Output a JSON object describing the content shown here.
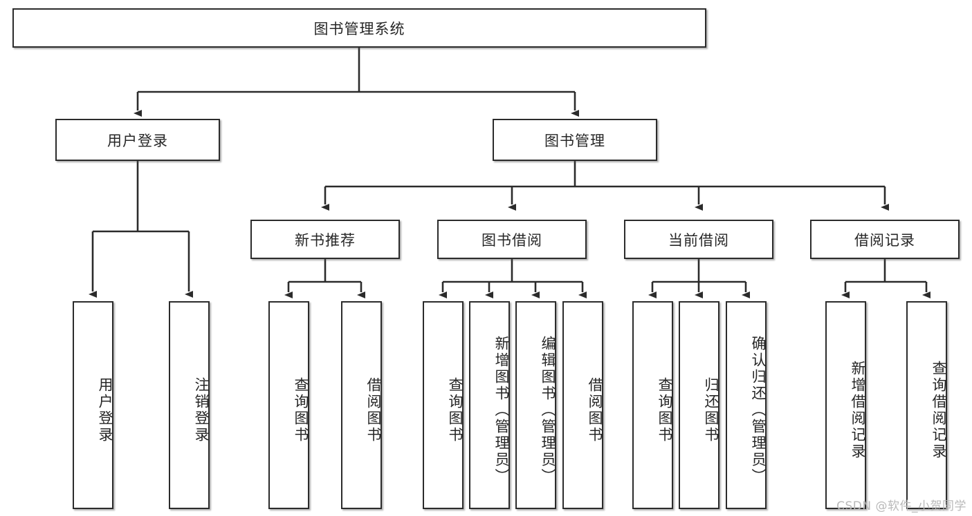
{
  "diagram": {
    "type": "tree-hierarchy",
    "title": "图书管理系统",
    "background_color": "#ffffff",
    "box_border_color": "#2b2b2b",
    "text_color": "#262626",
    "root": {
      "id": "root",
      "label": "图书管理系统"
    },
    "level2": [
      {
        "id": "user-login",
        "label": "用户登录"
      },
      {
        "id": "book-manage",
        "label": "图书管理"
      }
    ],
    "level3": [
      {
        "id": "new-book-rec",
        "label": "新书推荐",
        "parent": "book-manage"
      },
      {
        "id": "book-borrow",
        "label": "图书借阅",
        "parent": "book-manage"
      },
      {
        "id": "current-borrow",
        "label": "当前借阅",
        "parent": "book-manage"
      },
      {
        "id": "borrow-record",
        "label": "借阅记录",
        "parent": "book-manage"
      }
    ],
    "leaves": {
      "user-login": [
        {
          "id": "leaf-user-login",
          "label": "用户登录"
        },
        {
          "id": "leaf-logout",
          "label": "注销登录"
        }
      ],
      "new-book-rec": [
        {
          "id": "leaf-query-book-1",
          "label": "查询图书"
        },
        {
          "id": "leaf-borrow-book-1",
          "label": "借阅图书"
        }
      ],
      "book-borrow": [
        {
          "id": "leaf-query-book-2",
          "label": "查询图书"
        },
        {
          "id": "leaf-add-book",
          "label": "新增图书（管理员）"
        },
        {
          "id": "leaf-edit-book",
          "label": "编辑图书（管理员）"
        },
        {
          "id": "leaf-borrow-book-2",
          "label": "借阅图书"
        }
      ],
      "current-borrow": [
        {
          "id": "leaf-query-book-3",
          "label": "查询图书"
        },
        {
          "id": "leaf-return-book",
          "label": "归还图书"
        },
        {
          "id": "leaf-confirm-return",
          "label": "确认归还（管理员）"
        }
      ],
      "borrow-record": [
        {
          "id": "leaf-add-record",
          "label": "新增借阅记录"
        },
        {
          "id": "leaf-query-record",
          "label": "查询借阅记录"
        }
      ]
    }
  },
  "watermark": {
    "text": "CSDN @软件_小贺同学"
  }
}
